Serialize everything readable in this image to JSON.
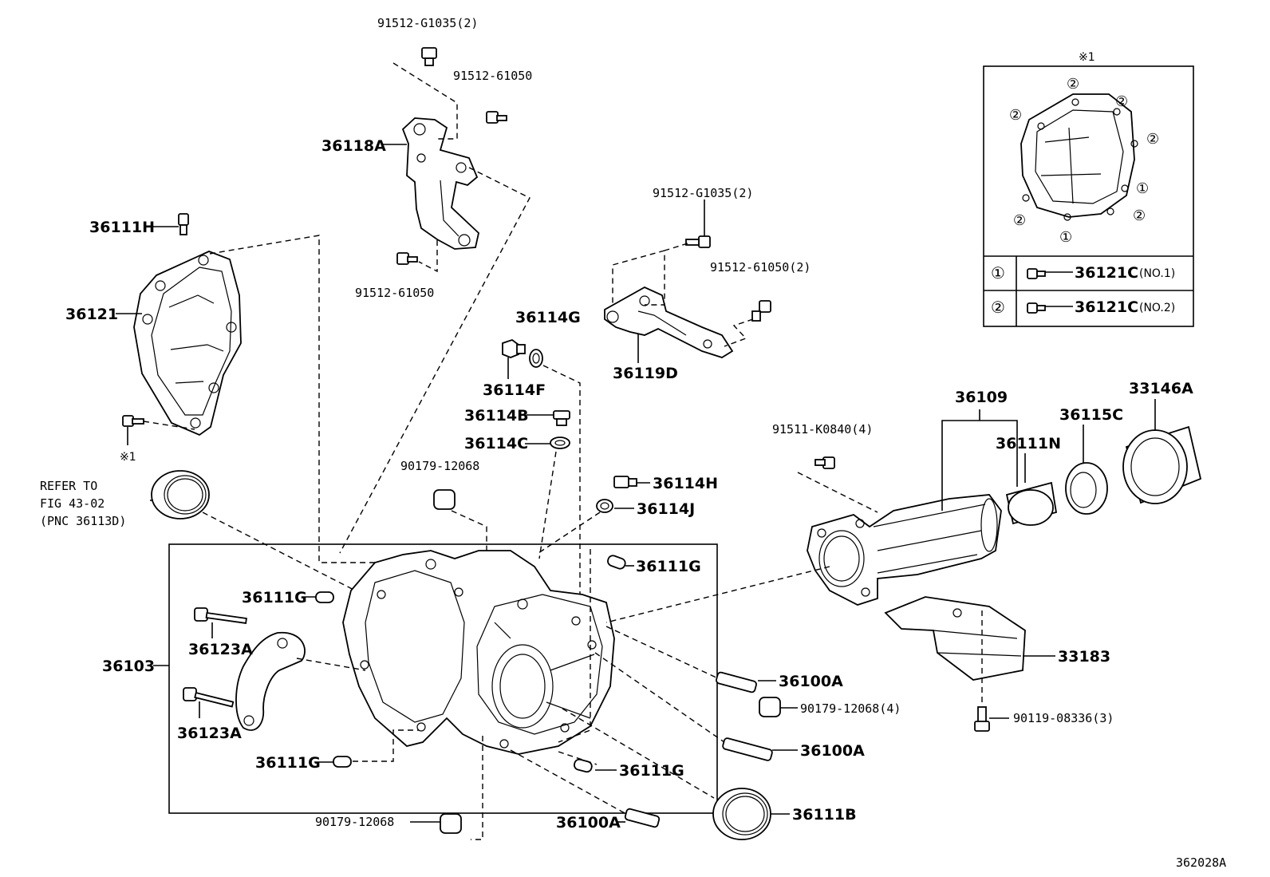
{
  "diagram_code": "362028A",
  "labels": {
    "p91512_g1035_2_top": "91512-G1035(2)",
    "p91512_61050_top": "91512-61050",
    "p36118A": "36118A",
    "p91512_61050_mid": "91512-61050",
    "p36111H": "36111H",
    "p36121": "36121",
    "note_x1_left": "※1",
    "refer_line1": "REFER TO",
    "refer_line2": "FIG 43-02",
    "refer_line3": "(PNC 36113D)",
    "p91512_g1035_2_right": "91512-G1035(2)",
    "p91512_61050_2": "91512-61050(2)",
    "p36119D": "36119D",
    "p36114G": "36114G",
    "p36114F": "36114F",
    "p36114B": "36114B",
    "p36114C": "36114C",
    "p90179_12068_top": "90179-12068",
    "p36114H": "36114H",
    "p36114J": "36114J",
    "p36111G_top_right": "36111G",
    "p36111G_left": "36111G",
    "p36123A_top": "36123A",
    "p36103": "36103",
    "p36123A_bottom": "36123A",
    "p36111G_bottom_left": "36111G",
    "p36111G_bottom_right": "36111G",
    "p90179_12068_bottom": "90179-12068",
    "p36100A_bottom": "36100A",
    "p36111B": "36111B",
    "p36100A_mid": "36100A",
    "p90179_12068_4": "90179-12068(4)",
    "p36100A_lower": "36100A",
    "p91511_k0840_4": "91511-K0840(4)",
    "p36109": "36109",
    "p36111N": "36111N",
    "p36115C": "36115C",
    "p33146A": "33146A",
    "p33183": "33183",
    "p90119_08336_3": "90119-08336(3)"
  },
  "inset": {
    "title": "※1",
    "rows": [
      {
        "marker": "①",
        "part": "36121C",
        "note": "(NO.1)"
      },
      {
        "marker": "②",
        "part": "36121C",
        "note": "(NO.2)"
      }
    ],
    "callouts": [
      "②",
      "②",
      "②",
      "②",
      "①",
      "②",
      "②",
      "①"
    ]
  }
}
